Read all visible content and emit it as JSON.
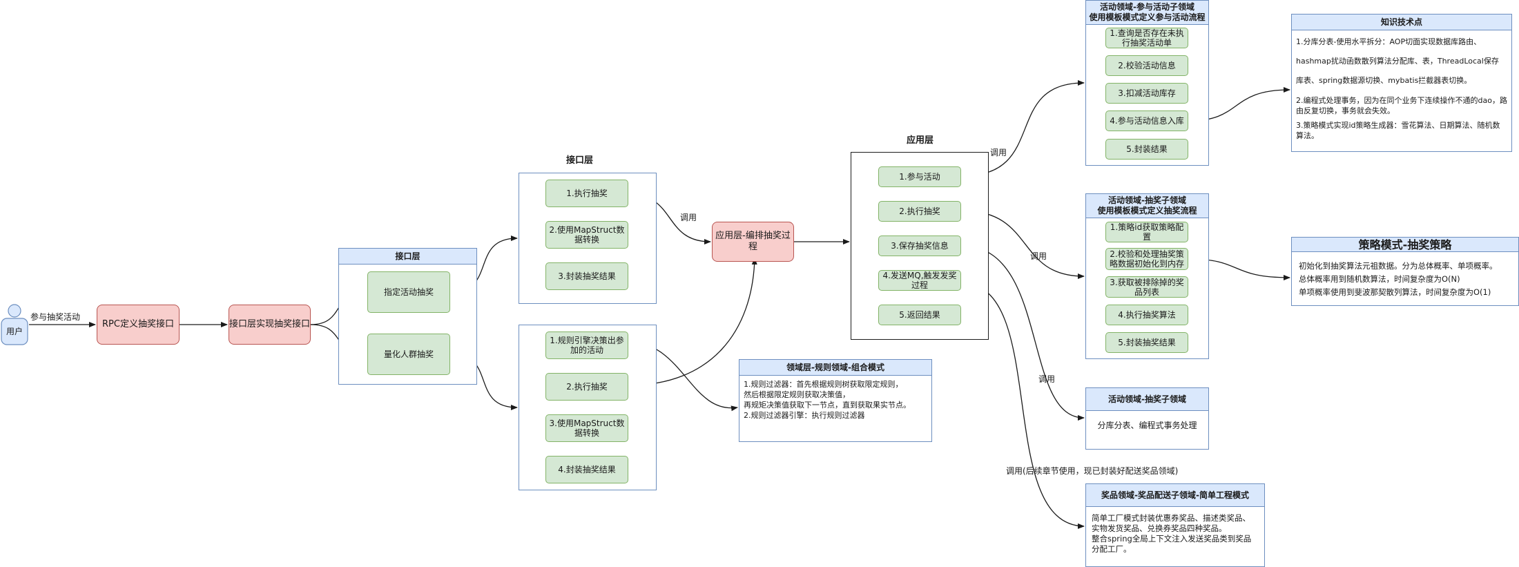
{
  "actor": {
    "label": "用户"
  },
  "edge_labels": {
    "participate": "参与抽奖活动",
    "call1": "调用",
    "call2": "调用",
    "call3": "调用",
    "call4": "调用",
    "call_future": "调用(后续章节使用，现已封装好配送奖品领域)"
  },
  "rpc": {
    "label": "RPC定义抽奖接口"
  },
  "impl": {
    "label": "接口层实现抽奖接口"
  },
  "interface_left": {
    "title": "接口层",
    "items": [
      "指定活动抽奖",
      "量化人群抽奖"
    ]
  },
  "interface_top": {
    "title": "接口层",
    "items": [
      "1.执行抽奖",
      "2.使用MapStruct数据转换",
      "3.封装抽奖结果"
    ]
  },
  "interface_bottom": {
    "items": [
      "1.规则引擎决策出参加的活动",
      "2.执行抽奖",
      "3.使用MapStruct数据转换",
      "4.封装抽奖结果"
    ]
  },
  "app_layer_node": {
    "label": "应用层-编排抽奖过程"
  },
  "rule_domain": {
    "title": "领域层-规则领域-组合模式",
    "lines": [
      "1.规则过滤器：首先根据规则树获取限定规则，",
      "然后根据限定规则获取决策值，",
      "再规矩决策值获取下一节点，直到获取果实节点。",
      "2.规则过滤器引擎：执行规则过滤器"
    ]
  },
  "app_layer": {
    "title": "应用层",
    "items": [
      "1.参与活动",
      "2.执行抽奖",
      "3.保存抽奖信息",
      "4.发送MQ,触发发奖过程",
      "5.返回结果"
    ]
  },
  "activity_participate": {
    "title_line1": "活动领域-参与活动子领域",
    "title_line2": "使用模板模式定义参与活动流程",
    "items": [
      "1.查询是否存在未执行抽奖活动单",
      "2.校验活动信息",
      "3.扣减活动库存",
      "4.参与活动信息入库",
      "5.封装结果"
    ]
  },
  "activity_draw": {
    "title_line1": "活动领域-抽奖子领域",
    "title_line2": "使用模板模式定义抽奖流程",
    "items": [
      "1.策略id获取策略配置",
      "2.校验和处理抽奖策略数据初始化到内存",
      "3.获取被排除掉的奖品列表",
      "4.执行抽奖算法",
      "5.封装抽奖结果"
    ]
  },
  "activity_draw_sub": {
    "title": "活动领域-抽奖子领域",
    "text": "分库分表、编程式事务处理"
  },
  "award_domain": {
    "title": "奖品领域-奖品配送子领域-简单工程模式",
    "lines": [
      "简单工厂模式封装优惠券奖品、描述类奖品、",
      "实物发货奖品、兑换券奖品四种奖品。",
      "整合spring全局上下文注入发送奖品类到奖品",
      "分配工厂。"
    ]
  },
  "knowledge": {
    "title": "知识技术点",
    "para1a": "1.分库分表-使用水平拆分：AOP切面实现数据库路由、",
    "para1b": "hashmap扰动函数散列算法分配库、表，ThreadLocal保存",
    "para1c": "库表、spring数据源切换、mybatis拦截器表切换。",
    "para2": "2.编程式处理事务，因为在同个业务下连续操作不通的dao，路由反复切换，事务就会失效。",
    "para3": "3.策略模式实现id策略生成器：雪花算法、日期算法、随机数算法。"
  },
  "strategy": {
    "title": "策略模式-抽奖策略",
    "lines": [
      "初始化到抽奖算法元祖数据。分为总体概率、单项概率。",
      "总体概率用到随机数算法，时间复杂度为O(N)",
      "单项概率使用到斐波那契散列算法，时间复杂度为O(1)"
    ]
  }
}
